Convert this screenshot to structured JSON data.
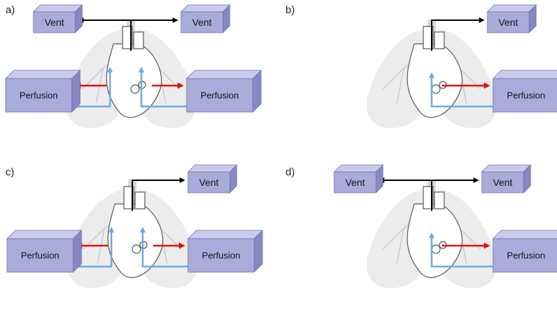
{
  "panels": [
    {
      "label": "a)",
      "vent": [
        "Vent",
        "Vent"
      ],
      "perfusion": [
        "Perfusion",
        "Perfusion"
      ]
    },
    {
      "label": "b)",
      "vent": [
        "Vent"
      ],
      "perfusion": [
        "Perfusion"
      ]
    },
    {
      "label": "c)",
      "vent": [
        "Vent"
      ],
      "perfusion": [
        "Perfusion",
        "Perfusion"
      ]
    },
    {
      "label": "d)",
      "vent": [
        "Vent",
        "Vent"
      ],
      "perfusion": [
        "Perfusion"
      ]
    }
  ],
  "colors": {
    "box_front": "#a9acd9",
    "box_top": "#c9cbed",
    "box_side": "#8588c3",
    "box_edge": "#6f72b0",
    "ventilation_arrow": "#000000",
    "oxygenated_arrow": "#e01010",
    "deoxygenated_line": "#6fa8dc",
    "lung": "#e6e6e6",
    "heart_outline": "#555555"
  }
}
